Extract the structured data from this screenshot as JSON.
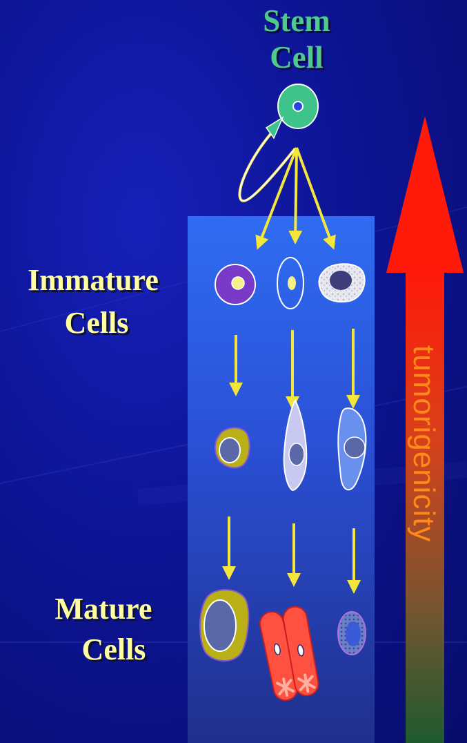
{
  "labels": {
    "stem_line1": "Stem",
    "stem_line2": "Cell",
    "immature_line1": "Immature",
    "immature_line2": "Cells",
    "mature_line1": "Mature",
    "mature_line2": "Cells",
    "gradient_axis": "tumorigenicity"
  },
  "colors": {
    "background": "#0d1494",
    "stem_text": "#4fc98c",
    "cell_label_text": "#ffffa0",
    "arrow": "#f5e63c",
    "axis_top": "#ff1a0a",
    "axis_bottom": "#1e6b30",
    "axis_text": "#ff8a1a",
    "panel_top": "#2f6cf2",
    "panel_bottom": "#1f2f8c"
  }
}
